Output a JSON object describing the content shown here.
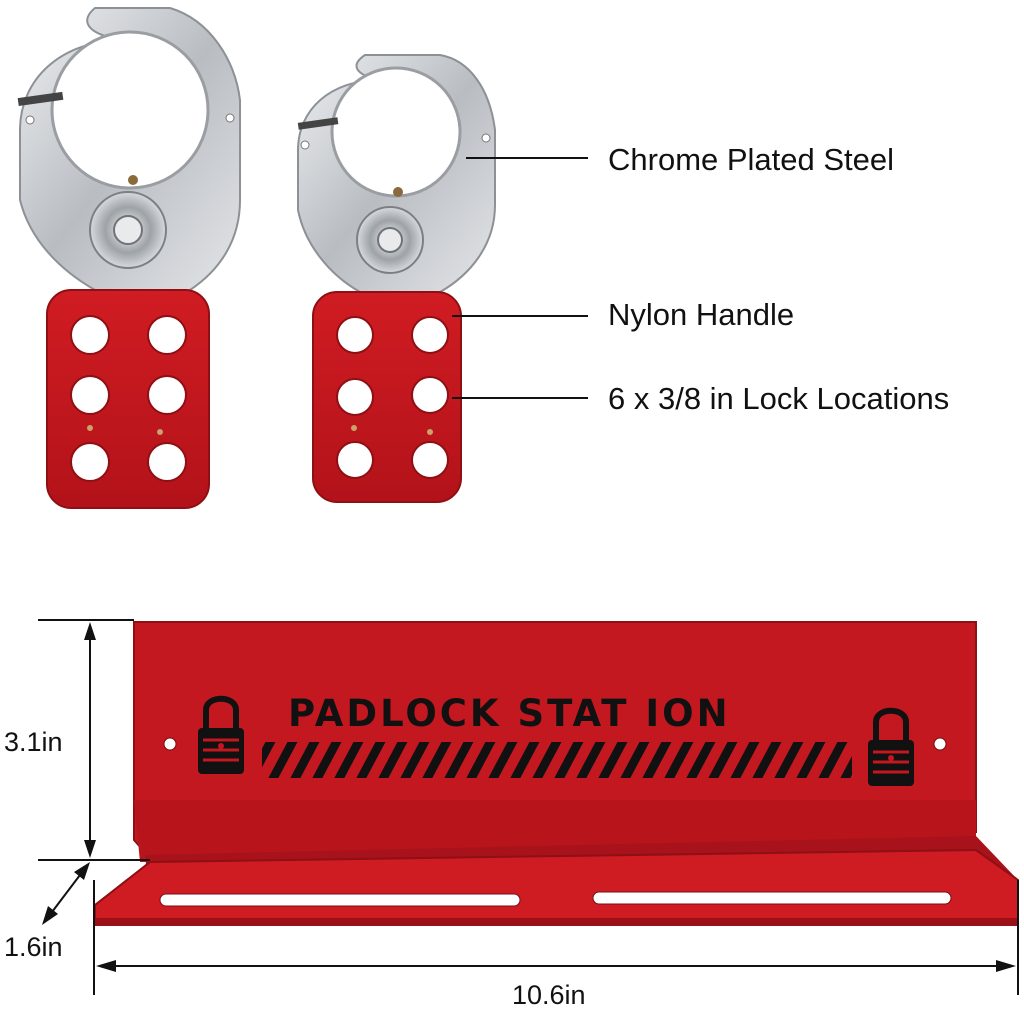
{
  "callouts": {
    "material": "Chrome Plated Steel",
    "handle": "Nylon Handle",
    "locks": "6 x 3/8 in Lock Locations"
  },
  "station": {
    "title": "PADLOCK STAT ION"
  },
  "dimensions": {
    "height": "3.1in",
    "depth": "1.6in",
    "width": "10.6in"
  },
  "colors": {
    "red": "#c8161d",
    "red_dark": "#a50f15",
    "steel": "#c9ccd0"
  },
  "icons": [
    "padlock-icon",
    "padlock-icon"
  ]
}
